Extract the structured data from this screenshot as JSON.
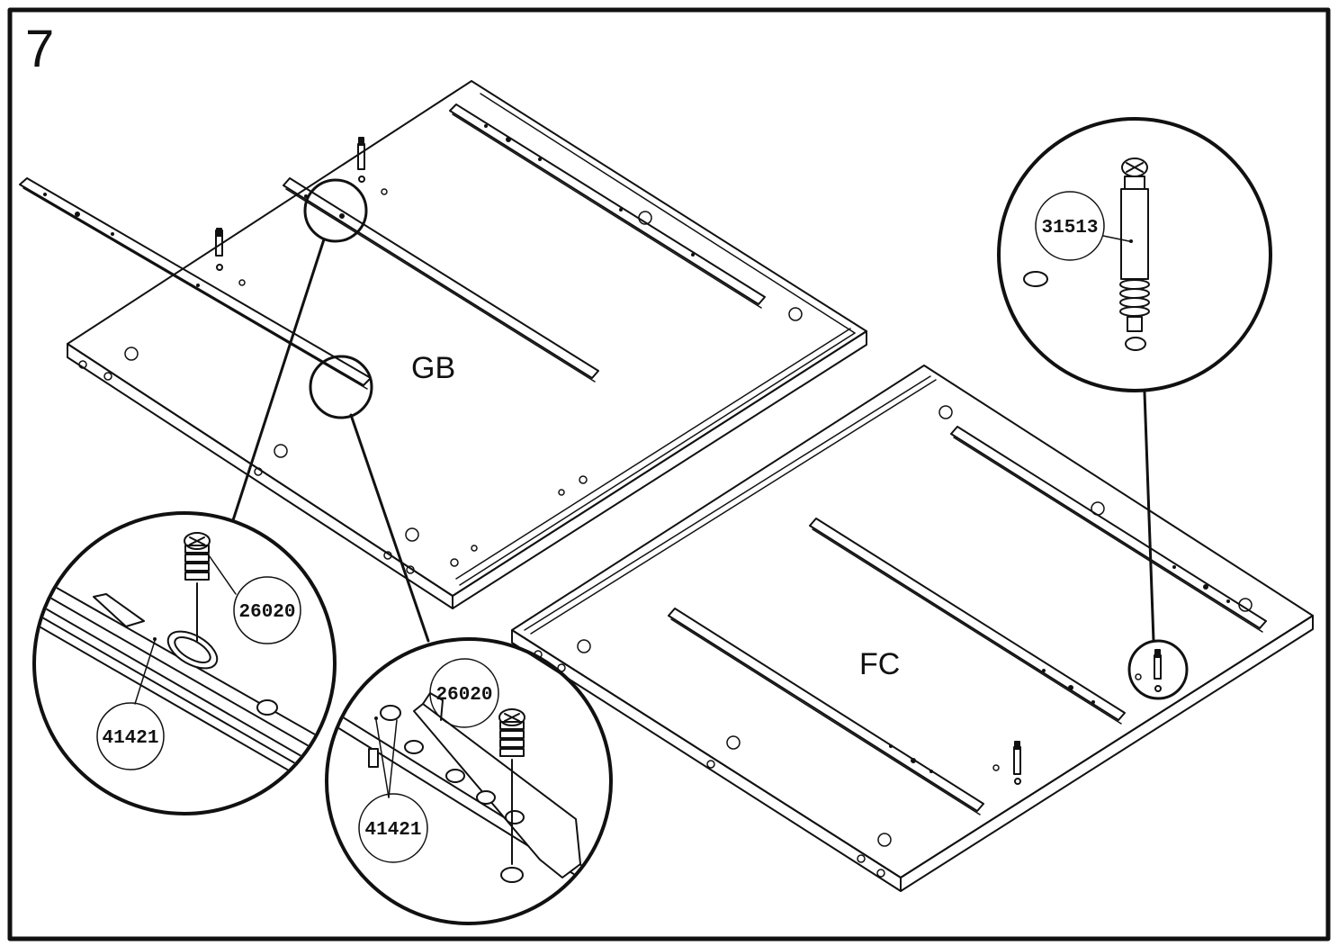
{
  "step_number": "7",
  "panels": {
    "top_label": "GB",
    "bottom_label": "FC"
  },
  "callouts": {
    "left_detail_top": "26020",
    "left_detail_bottom": "41421",
    "middle_detail_top": "26020",
    "middle_detail_bottom": "41421",
    "right_detail": "31513"
  },
  "colors": {
    "line": "#111111",
    "background": "#ffffff"
  }
}
